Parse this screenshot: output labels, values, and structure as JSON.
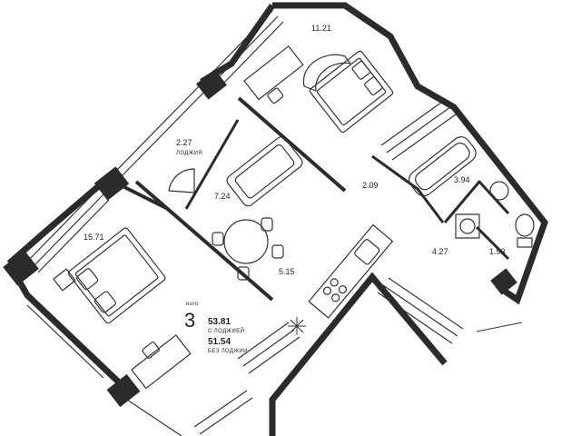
{
  "rooms": [
    {
      "id": "bedroom-top",
      "area": "11.21"
    },
    {
      "id": "loggia",
      "area": "2.27",
      "caption": "ЛОДЖИЯ"
    },
    {
      "id": "living",
      "area": "7.24"
    },
    {
      "id": "corridor",
      "area": "2.09"
    },
    {
      "id": "bath",
      "area": "3.94"
    },
    {
      "id": "bedroom-left",
      "area": "15.71"
    },
    {
      "id": "kitchen",
      "area": "5.15"
    },
    {
      "id": "hall",
      "area": "4.27"
    },
    {
      "id": "wc",
      "area": "1.93"
    }
  ],
  "summary": {
    "tag": "euro",
    "rooms_count": "3",
    "area_with_loggia": "53.81",
    "with_loggia_caption": "С ЛОДЖИЕЙ",
    "area_without_loggia": "51.54",
    "without_loggia_caption": "БЕЗ ЛОДЖИИ"
  },
  "colors": {
    "wall": "#2b2b2b",
    "line": "#333333",
    "background": "#ffffff"
  }
}
